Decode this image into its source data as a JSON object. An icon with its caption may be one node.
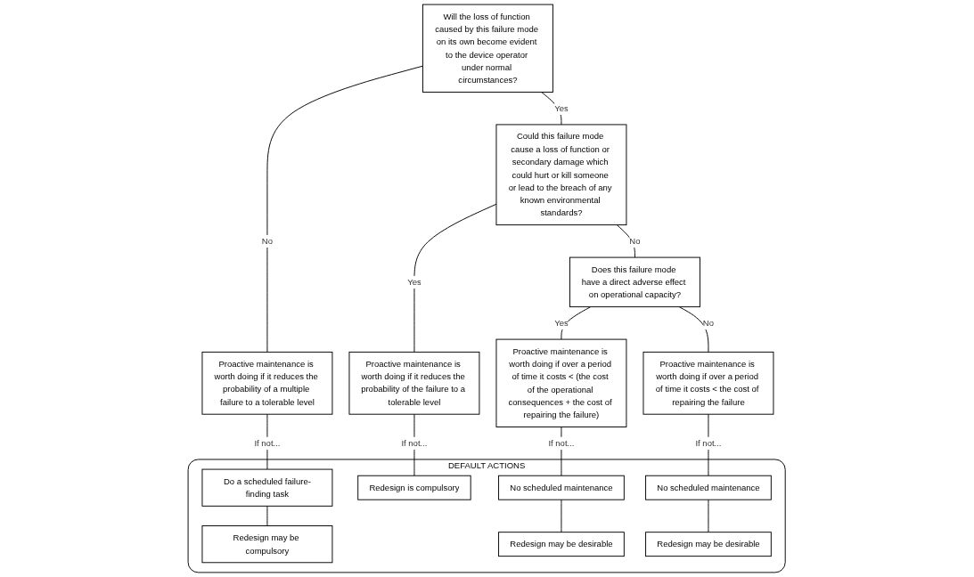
{
  "diagram": {
    "nodes": [
      {
        "text": [
          "Will the loss of function caused by this failure mode on its own become evident to the device operator under normal circumstances?"
        ]
      },
      {
        "text": [
          "Could this failure mode cause a loss of function or secondary damage which could hurt or kill someone or lead to the breach of any known environmental standards?"
        ]
      },
      {
        "text": [
          "Does this failure mode have a direct adverse effect on operational capacity?"
        ]
      },
      {
        "text": [
          "Proactive maintenance is worth doing if it reduces the probability of a multiple failure to a tolerable level"
        ]
      },
      {
        "text": [
          "Proactive maintenance is worth doing if it reduces the probability of the failure to a tolerable level"
        ]
      },
      {
        "text": [
          "Proactive maintenance is worth doing if over a period of time it costs < (the cost of the operational consequences + the cost of repairing the failure)"
        ]
      },
      {
        "text": [
          "Proactive maintenance is worth doing if over a period of time it costs < the cost of repairing the failure"
        ]
      },
      {
        "text": [
          "DEFAULT ACTIONS"
        ]
      },
      {
        "text": [
          "Do a scheduled failure-finding task"
        ],
        "in": 7
      },
      {
        "text": [
          "Redesign may be compulsory"
        ],
        "in": 7
      },
      {
        "text": [
          "Redesign is compulsory"
        ],
        "in": 7
      },
      {
        "text": [
          "No scheduled maintenance"
        ],
        "in": 7
      },
      {
        "text": [
          "Redesign may be desirable"
        ],
        "in": 7
      },
      {
        "text": [
          "No scheduled maintenance"
        ],
        "in": 7
      },
      {
        "text": [
          "Redesign may be desirable"
        ],
        "in": 7
      }
    ],
    "edges": [
      {
        "from": 0,
        "to": 1,
        "label": "Yes",
        "arrow": "none"
      },
      {
        "from": 0,
        "to": 3,
        "label": "No",
        "arrow": "none"
      },
      {
        "from": 1,
        "to": 2,
        "label": "No",
        "arrow": "none"
      },
      {
        "from": 1,
        "to": 4,
        "label": "Yes",
        "arrow": "none"
      },
      {
        "from": 2,
        "to": 5,
        "label": "Yes",
        "arrow": "none"
      },
      {
        "from": 2,
        "to": 6,
        "label": "No",
        "arrow": "none"
      },
      {
        "from": 3,
        "to": 8,
        "label": "If not...",
        "arrow": "none"
      },
      {
        "from": 4,
        "to": 10,
        "label": "If not...",
        "arrow": "none"
      },
      {
        "from": 5,
        "to": 11,
        "label": "If not...",
        "arrow": "none"
      },
      {
        "from": 6,
        "to": 13,
        "label": "If not...",
        "arrow": "none"
      },
      {
        "from": 8,
        "to": 9,
        "arrow": "none"
      },
      {
        "from": 11,
        "to": 12,
        "arrow": "none"
      },
      {
        "from": 13,
        "to": 14,
        "arrow": "none"
      }
    ]
  }
}
